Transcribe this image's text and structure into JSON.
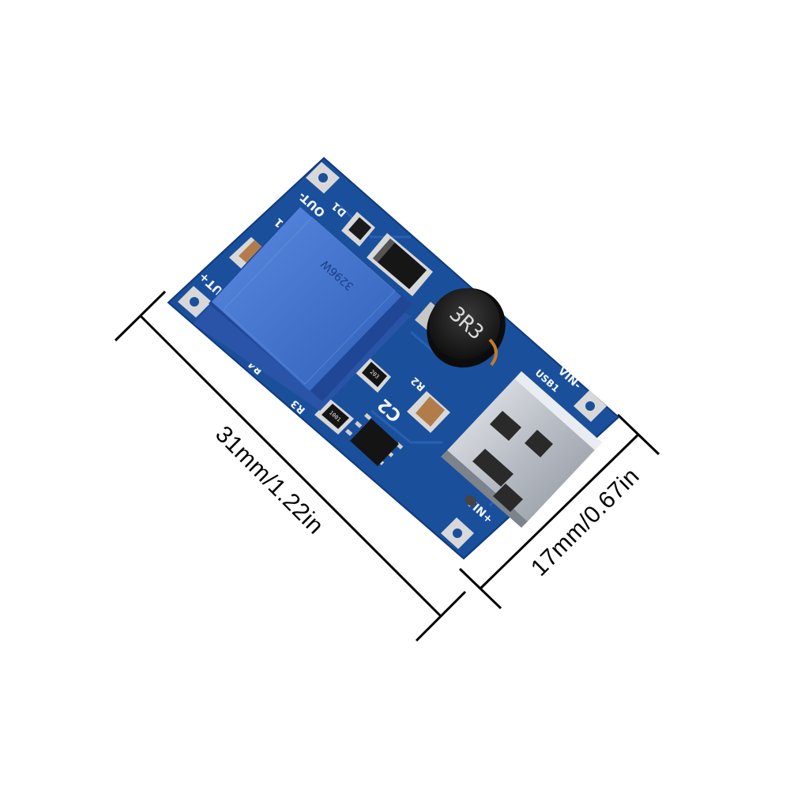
{
  "dimensions": {
    "length_label": "31mm/1.22in",
    "width_label": "17mm/0.67in"
  },
  "board": {
    "silkscreen": {
      "out_minus": "OUT-",
      "out_plus": "OUT+",
      "vin_minus": "VIN-",
      "vin_plus": "VIN+",
      "usb": "USB1",
      "c1": "C1",
      "d1": "D1",
      "c2": "C2",
      "r2": "R2",
      "r3": "R3",
      "r4": "R4"
    },
    "inductor_marking": "3R3",
    "resistor_r2_marking": "203",
    "resistor_r3_marking": "1001",
    "potentiometer_marking": "3296W"
  },
  "colors": {
    "pcb": "#1a4f9c",
    "pcb_edge": "#e9dcc0",
    "potentiometer": "#3e6fc8",
    "usb_shell": "#c9cdd3"
  }
}
